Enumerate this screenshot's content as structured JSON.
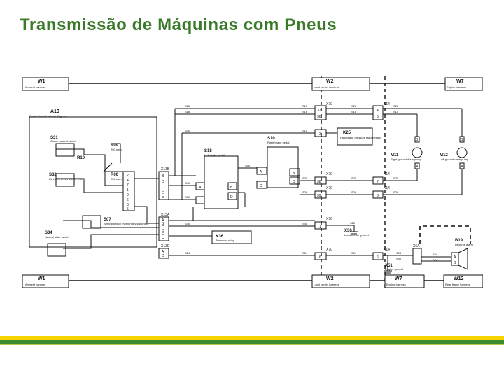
{
  "page": {
    "title": "Transmissão de Máquinas com Pneus"
  },
  "diagram": {
    "harness_top": [
      {
        "code": "W1",
        "label": "Armrest harness"
      },
      {
        "code": "W2",
        "label": "Load center harness"
      },
      {
        "code": "W7",
        "label": "Engine harness"
      }
    ],
    "harness_bottom": [
      {
        "code": "W1",
        "label": "Armrest harness"
      },
      {
        "code": "W2",
        "label": "Load center harness"
      },
      {
        "code": "W7",
        "label": "Engine harness"
      },
      {
        "code": "W12",
        "label": "Rear frame harness"
      }
    ],
    "components": {
      "a13": {
        "code": "A13",
        "label": "Control handle wiring diagram"
      },
      "s31": {
        "code": "S31",
        "label": "Clutch neutral switch"
      },
      "r09": {
        "code": "R09",
        "label": "250 ohm"
      },
      "r10": {
        "code": "R10"
      },
      "s32": {
        "code": "S32",
        "label": "Elevated circuit switch limit"
      },
      "r00": {
        "code": "R00",
        "label": "250 ohm"
      },
      "s07": {
        "code": "S07",
        "label": "Neutral switch momentary switches"
      },
      "s34": {
        "code": "S34",
        "label": "Neutral state switch"
      },
      "s10": {
        "code": "S10",
        "label": "Right brake pedal"
      },
      "s18": {
        "code": "S18",
        "label": "Left brake pedal"
      },
      "k25": {
        "code": "K25",
        "label": "Park brake pressure failure relay"
      },
      "k36": {
        "code": "K36",
        "label": "Transport relay"
      },
      "m11": {
        "code": "M11",
        "label": "Right ground drive pump"
      },
      "m12": {
        "code": "M12",
        "label": "Left ground drive pump"
      },
      "b19": {
        "code": "B19",
        "label": "Reverse alarm"
      },
      "x30": {
        "code": "X30",
        "label": "Load center ground"
      },
      "x51": {
        "code": "X51",
        "label": "Engine ground"
      }
    },
    "connectors": {
      "x13b": "X13B",
      "x13a": "X13A",
      "x13d": "X13D",
      "x70": "X70",
      "x14": "X14",
      "x6a": "X6A"
    },
    "pins_a13": [
      "2",
      "4",
      "7",
      "1",
      "9",
      "6",
      "8",
      "5"
    ],
    "pins_x13b": [
      "B",
      "D",
      "C",
      "E",
      "F"
    ],
    "pins_x13a": [
      "A",
      "B",
      "C",
      "D",
      "E",
      "F"
    ],
    "pins_x13d": [
      "A",
      "D"
    ],
    "pins_s18": [
      "A",
      "B",
      "C",
      "D"
    ],
    "pins_s10": [
      "A",
      "B",
      "C",
      "D"
    ],
    "pins_x70": [
      "37",
      "36",
      "3",
      "38",
      "39",
      "1",
      "6"
    ],
    "pins_x14": [
      "4",
      "5",
      "7",
      "8",
      "6"
    ],
    "wire_labels_left": [
      "S15",
      "S16",
      "S40",
      "S50",
      "S40",
      "S30",
      "S40",
      "S24"
    ],
    "wire_labels_mid": [
      "S15",
      "S16",
      "S25",
      "S26",
      "S24",
      "S40"
    ],
    "wire_labels_right": [
      "S28",
      "S16",
      "S25",
      "S26",
      "S24",
      "S15",
      "S24",
      "S40",
      "S24"
    ],
    "wire_labels_right2": [
      "S28",
      "S15",
      "S25",
      "S26",
      "S24",
      "S15"
    ],
    "motor_pins": [
      "B",
      "A"
    ],
    "alarm_pins": [
      "A",
      "B"
    ]
  }
}
